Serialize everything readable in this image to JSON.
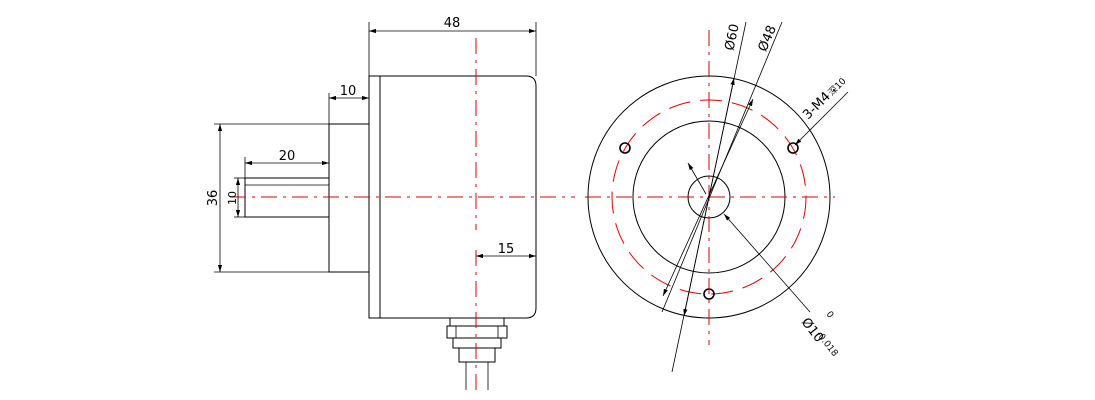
{
  "colors": {
    "line": "#000000",
    "centerline": "#e00000",
    "background": "#ffffff"
  },
  "side_view": {
    "dim_body_length": "48",
    "dim_boss_length": "10",
    "dim_shaft_length": "20",
    "dim_boss_diameter": "36",
    "dim_shaft_diameter": "10",
    "dim_connector_offset": "15"
  },
  "front_view": {
    "dim_outer_diameter": "Ø60",
    "dim_bolt_circle": "Ø48",
    "dim_holes_main": "3-M4",
    "dim_holes_depth": "深10",
    "dim_shaft_main": "Ø10",
    "dim_shaft_tol_upper": "0",
    "dim_shaft_tol_lower": "-0.018"
  }
}
